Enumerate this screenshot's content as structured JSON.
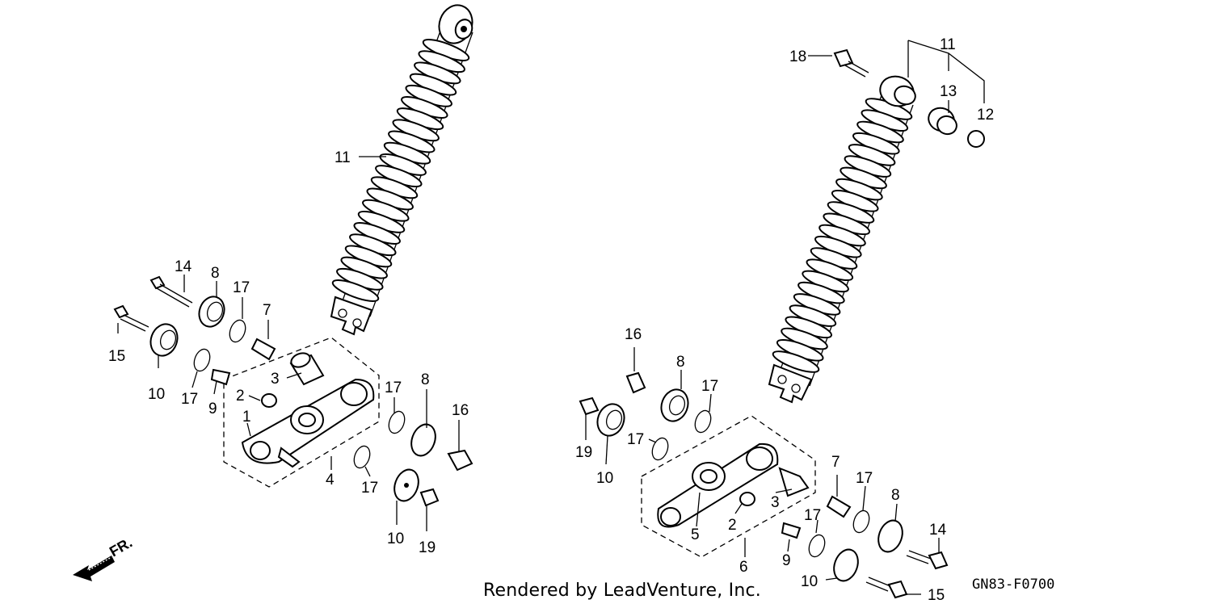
{
  "diagram": {
    "footer": "Rendered by LeadVenture, Inc.",
    "figure_code": "GN83-F0700",
    "direction_label": "FR.",
    "icons": [
      "front-direction-arrow-icon"
    ],
    "left_assembly_labels": [
      "11",
      "14",
      "8",
      "17",
      "7",
      "15",
      "10",
      "17",
      "9",
      "3",
      "2",
      "1",
      "4",
      "17",
      "8",
      "16",
      "17",
      "10",
      "19"
    ],
    "right_assembly_labels": [
      "18",
      "11",
      "13",
      "12",
      "16",
      "8",
      "17",
      "19",
      "10",
      "17",
      "7",
      "17",
      "8",
      "3",
      "2",
      "5",
      "6",
      "17",
      "9",
      "14",
      "10",
      "15"
    ]
  }
}
